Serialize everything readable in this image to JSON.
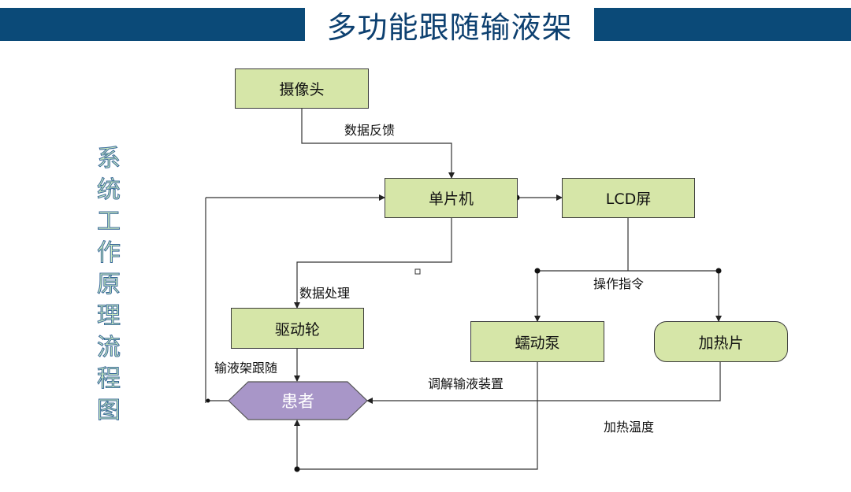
{
  "title": "多功能跟随输液架",
  "side_title": [
    "系",
    "统",
    "工",
    "作",
    "原",
    "理",
    "流",
    "程",
    "图"
  ],
  "nodes": {
    "camera": "摄像头",
    "mcu": "单片机",
    "lcd": "LCD屏",
    "drive": "驱动轮",
    "pump": "蠕动泵",
    "heater": "加热片",
    "patient": "患者"
  },
  "edge_labels": {
    "data_feedback": "数据反馈",
    "data_process": "数据处理",
    "operation_cmd": "操作指令",
    "follow": "输液架跟随",
    "adjust": "调解输液装置",
    "heat_temp": "加热温度"
  },
  "colors": {
    "header_bar": "#0b4a78",
    "box_fill": "#d6e6a8",
    "patient_fill": "#a896c8"
  }
}
